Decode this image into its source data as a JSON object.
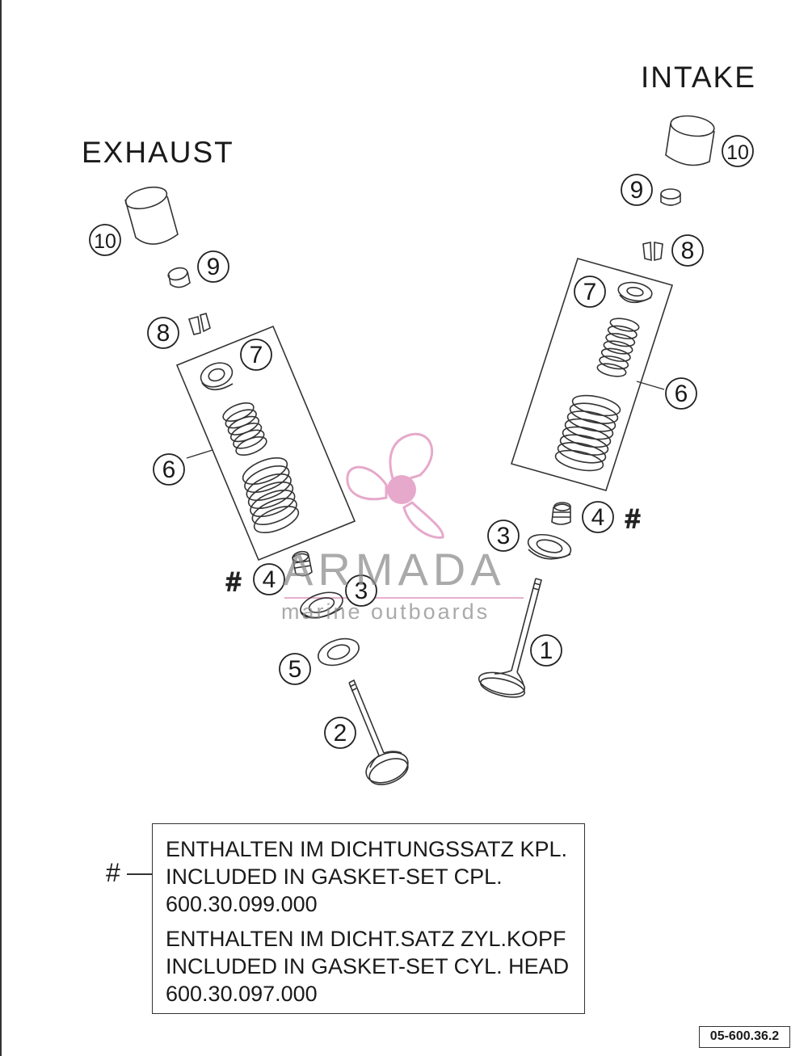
{
  "labels": {
    "intake": "INTAKE",
    "exhaust": "EXHAUST"
  },
  "callouts": {
    "exhaust_10": "10",
    "exhaust_9": "9",
    "exhaust_8": "8",
    "exhaust_7": "7",
    "exhaust_6": "6",
    "exhaust_4": "4",
    "exhaust_3": "3",
    "exhaust_5": "5",
    "exhaust_2": "2",
    "intake_10": "10",
    "intake_9": "9",
    "intake_8": "8",
    "intake_7": "7",
    "intake_6": "6",
    "intake_4": "4",
    "intake_3": "3",
    "intake_1": "1"
  },
  "hash_marks": {
    "exhaust": "#",
    "intake": "#"
  },
  "legend": {
    "symbol": "#",
    "line1": "ENTHALTEN IM DICHTUNGSSATZ KPL.",
    "line2": "INCLUDED IN GASKET-SET CPL.",
    "line3": "600.30.099.000",
    "line4": "ENTHALTEN IM DICHT.SATZ ZYL.KOPF",
    "line5": "INCLUDED IN GASKET-SET CYL. HEAD",
    "line6": "600.30.097.000"
  },
  "diagram_code": "05-600.36.2",
  "watermark": {
    "title": "ARMADA",
    "subtitle": "marine outboards",
    "accent_color": "#e29bc2"
  }
}
